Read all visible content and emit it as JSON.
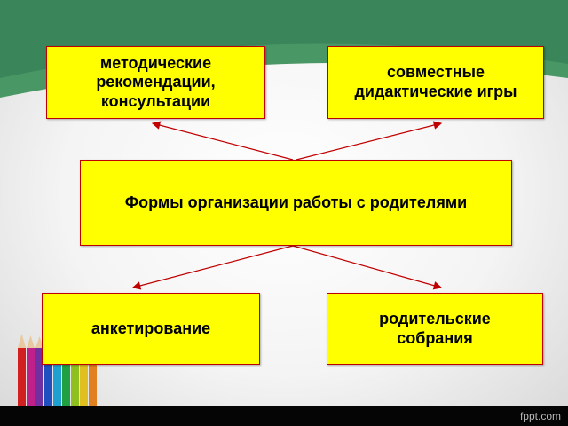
{
  "diagram": {
    "center": "Формы организации работы с родителями",
    "top_left": "методические рекомендации, консультации",
    "top_right": "совместные дидактические игры",
    "bottom_left": "анкетирование",
    "bottom_right": "родительские собрания"
  },
  "watermark": "fppt.com",
  "colors": {
    "box_fill": "#ffff00",
    "box_border": "#c00000",
    "arrow": "#c00000",
    "header": "#4f9a6c"
  }
}
